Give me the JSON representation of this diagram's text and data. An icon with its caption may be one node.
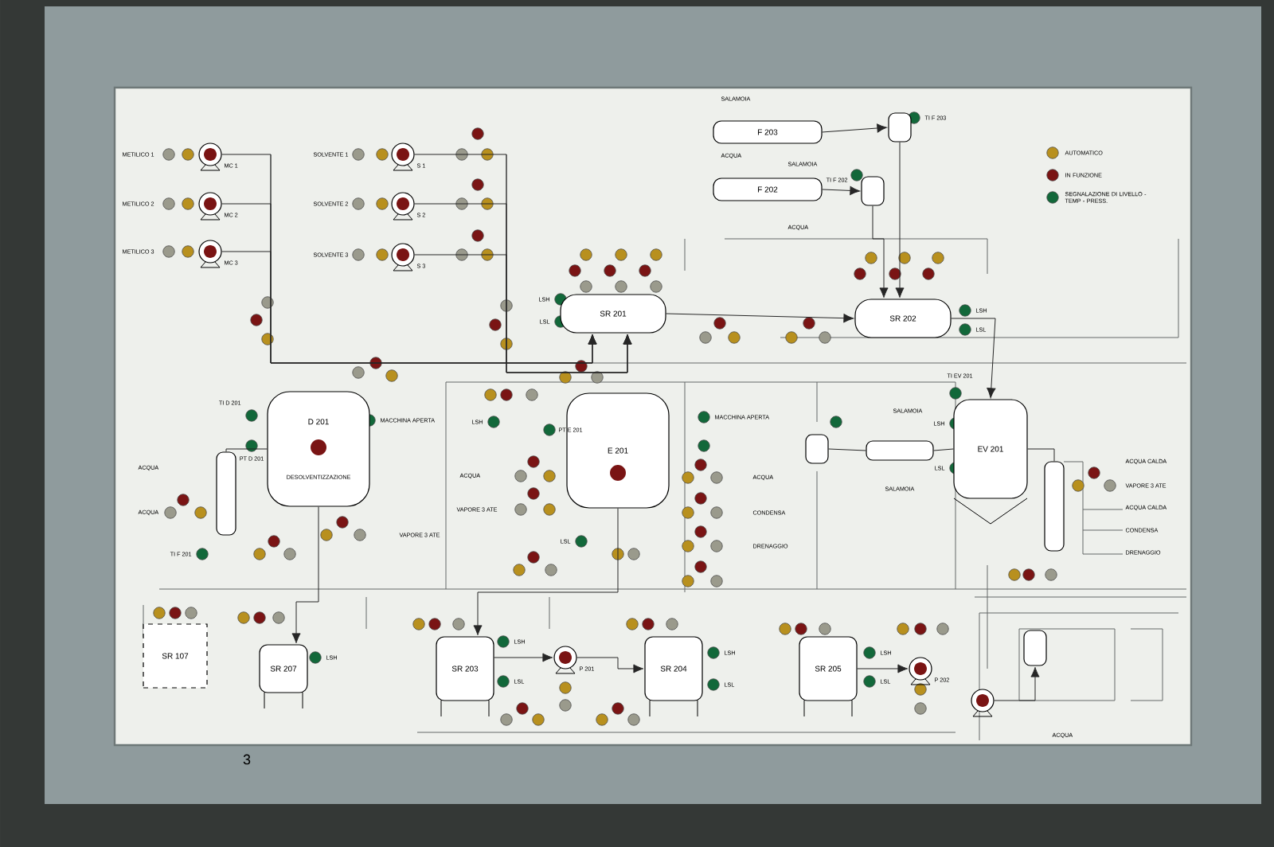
{
  "diagram": {
    "nodes": [
      {
        "text": [
          "MC 1"
        ]
      },
      {
        "text": [
          "MC 2"
        ]
      },
      {
        "text": [
          "MC 3"
        ]
      },
      {
        "text": [
          "S 1"
        ]
      },
      {
        "text": [
          "S 2"
        ]
      },
      {
        "text": [
          "S 3"
        ]
      },
      {
        "text": [
          "F 203"
        ]
      },
      {
        "text": [
          "F 202"
        ]
      },
      {
        "text": [],
        "shape": "cylinder"
      },
      {
        "text": [],
        "shape": "cylinder"
      },
      {
        "text": [
          "SR 201"
        ]
      },
      {
        "text": [
          "SR 202"
        ]
      },
      {
        "text": [
          "D 201",
          "DESOLVENTIZZAZIONE"
        ]
      },
      {
        "text": [],
        "shape": "cylinder"
      },
      {
        "text": [
          "E 201"
        ]
      },
      {
        "text": [],
        "shape": "cylinder"
      },
      {
        "text": [],
        "shape": "cylinder"
      },
      {
        "text": [
          "EV 201"
        ]
      },
      {
        "text": [],
        "shape": "cylinder"
      },
      {
        "text": [
          "SR 107"
        ]
      },
      {
        "text": [
          "SR 207"
        ]
      },
      {
        "text": [
          "SR 203"
        ]
      },
      {
        "text": [
          "P 201"
        ]
      },
      {
        "text": [
          "SR 204"
        ]
      },
      {
        "text": [
          "SR 205"
        ]
      },
      {
        "text": [
          "P 202"
        ]
      },
      {
        "text": [],
        "shape": "circle"
      },
      {
        "text": [],
        "shape": "cylinder"
      }
    ],
    "edges": [
      {
        "from": 0,
        "to": 10,
        "arrow": "to"
      },
      {
        "from": 1,
        "to": 10,
        "arrow": "to"
      },
      {
        "from": 2,
        "to": 10,
        "arrow": "to"
      },
      {
        "from": 3,
        "to": 10,
        "arrow": "to"
      },
      {
        "from": 4,
        "to": 10,
        "arrow": "to"
      },
      {
        "from": 5,
        "to": 10,
        "arrow": "to"
      },
      {
        "from": 6,
        "to": 8,
        "arrow": "to"
      },
      {
        "from": 7,
        "to": 9,
        "arrow": "to"
      },
      {
        "from": 8,
        "to": 11,
        "arrow": "to"
      },
      {
        "from": 9,
        "to": 11,
        "arrow": "to"
      },
      {
        "from": 10,
        "to": 11,
        "arrow": "to"
      },
      {
        "from": 11,
        "to": 17,
        "arrow": "to"
      },
      {
        "from": 12,
        "to": 13,
        "arrow": "none"
      },
      {
        "from": 12,
        "to": 20,
        "arrow": "to"
      },
      {
        "from": 14,
        "to": 21,
        "arrow": "to"
      },
      {
        "from": 15,
        "to": 16,
        "arrow": "none"
      },
      {
        "from": 16,
        "to": 17,
        "arrow": "none"
      },
      {
        "from": 17,
        "to": 18,
        "arrow": "none"
      },
      {
        "from": 21,
        "to": 22,
        "arrow": "to"
      },
      {
        "from": 22,
        "to": 23,
        "arrow": "to"
      },
      {
        "from": 24,
        "to": 25,
        "arrow": "to"
      },
      {
        "from": 26,
        "to": 27,
        "arrow": "to"
      }
    ],
    "labels": [
      "METILICO 1",
      "METILICO 2",
      "METILICO 3",
      "SOLVENTE 1",
      "SOLVENTE 2",
      "SOLVENTE 3",
      "SALAMOIA",
      "ACQUA",
      "SALAMOIA",
      "ACQUA",
      "TI F 203",
      "TI F 202",
      "LSH",
      "LSL",
      "LSH",
      "LSL",
      "ACQUA",
      "ACQUA",
      "TI D 201",
      "PT D 201",
      "MACCHINA APERTA",
      "VAPORE 3 ATE",
      "TI F 201",
      "LSH",
      "PT E 201",
      "ACQUA",
      "VAPORE 3 ATE",
      "LSL",
      "MACCHINA APERTA",
      "ACQUA",
      "CONDENSA",
      "DRENAGGIO",
      "SALAMOIA",
      "SALAMOIA",
      "TI EV 201",
      "LSH",
      "LSL",
      "ACQUA CALDA",
      "VAPORE 3 ATE",
      "ACQUA CALDA",
      "CONDENSA",
      "DRENAGGIO",
      "LSH",
      "LSH",
      "LSL",
      "LSH",
      "LSL",
      "LSH",
      "LSL",
      "ACQUA",
      "3"
    ],
    "legend": [
      {
        "text": "AUTOMATICO",
        "color": "#b8901e"
      },
      {
        "text": "IN FUNZIONE",
        "color": "#7a1414"
      },
      {
        "text": "SEGNALAZIONE DI LIVELLO - TEMP - PRESS.",
        "color": "#12683a"
      }
    ]
  }
}
